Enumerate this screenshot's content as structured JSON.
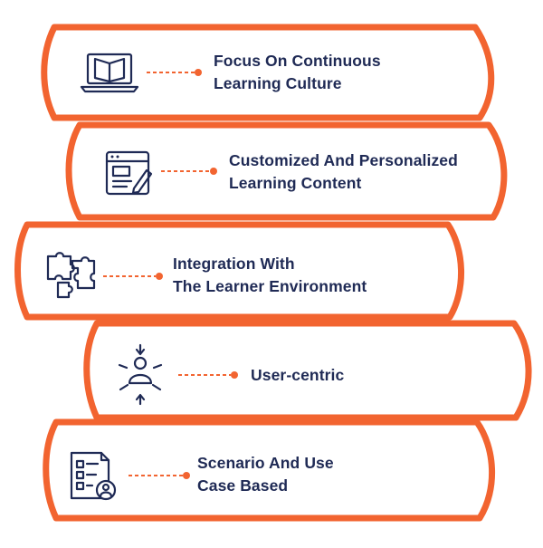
{
  "items": [
    {
      "line1": "Focus On Continuous",
      "line2": "Learning Culture",
      "icon": "laptop-book-icon"
    },
    {
      "line1": "Customized And Personalized",
      "line2": "Learning Content",
      "icon": "document-edit-icon"
    },
    {
      "line1": "Integration With",
      "line2": "The Learner Environment",
      "icon": "puzzle-icon"
    },
    {
      "line1": "User-centric",
      "line2": "",
      "icon": "user-focus-icon"
    },
    {
      "line1": "Scenario And Use",
      "line2": "Case Based",
      "icon": "checklist-user-icon"
    }
  ],
  "colors": {
    "accent": "#f26430",
    "text": "#1f2a55"
  }
}
